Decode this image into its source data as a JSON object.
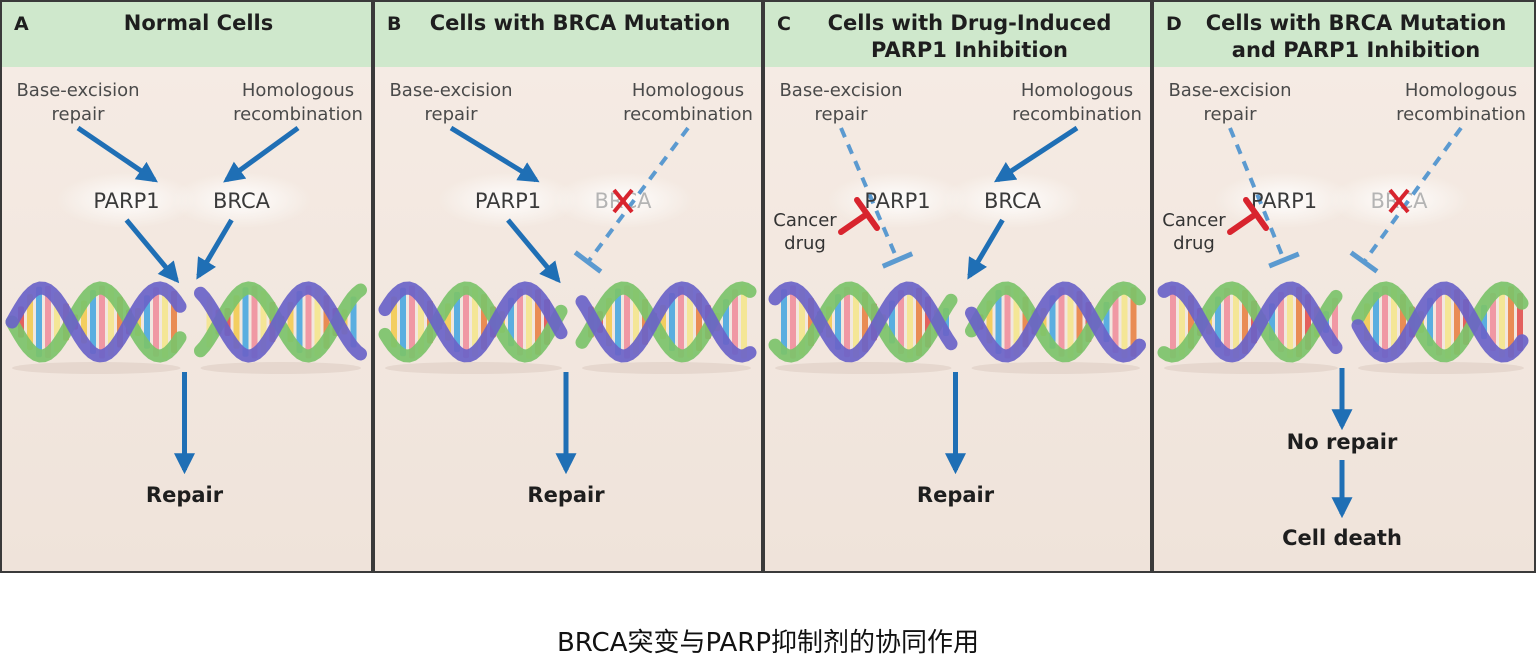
{
  "panels": [
    {
      "letter": "A",
      "title_lines": [
        "Normal Cells"
      ],
      "base_excision": [
        "Base-excision",
        "repair"
      ],
      "homologous": [
        "Homologous",
        "recombination"
      ],
      "parp1": "PARP1",
      "brca": "BRCA",
      "brca_mutated": false,
      "parp_inhibited": false,
      "cancer_drug": [],
      "outcomes": [
        "Repair"
      ]
    },
    {
      "letter": "B",
      "title_lines": [
        "Cells with BRCA Mutation"
      ],
      "base_excision": [
        "Base-excision",
        "repair"
      ],
      "homologous": [
        "Homologous",
        "recombination"
      ],
      "parp1": "PARP1",
      "brca": "BRCA",
      "brca_mutated": true,
      "parp_inhibited": false,
      "cancer_drug": [],
      "outcomes": [
        "Repair"
      ]
    },
    {
      "letter": "C",
      "title_lines": [
        "Cells with Drug-Induced",
        "PARP1 Inhibition"
      ],
      "base_excision": [
        "Base-excision",
        "repair"
      ],
      "homologous": [
        "Homologous",
        "recombination"
      ],
      "parp1": "PARP1",
      "brca": "BRCA",
      "brca_mutated": false,
      "parp_inhibited": true,
      "cancer_drug": [
        "Cancer",
        "drug"
      ],
      "outcomes": [
        "Repair"
      ]
    },
    {
      "letter": "D",
      "title_lines": [
        "Cells with BRCA Mutation",
        "and PARP1 Inhibition"
      ],
      "base_excision": [
        "Base-excision",
        "repair"
      ],
      "homologous": [
        "Homologous",
        "recombination"
      ],
      "parp1": "PARP1",
      "brca": "BRCA",
      "brca_mutated": true,
      "parp_inhibited": true,
      "cancer_drug": [
        "Cancer",
        "drug"
      ],
      "outcomes": [
        "No repair",
        "Cell death"
      ]
    }
  ],
  "caption": "BRCA突变与PARP抑制剂的协同作用",
  "colors": {
    "header_bg": "#cfe8cc",
    "panel_bg": "#f3e8e0",
    "arrow_blue": "#1f6fb5",
    "inhibit_red": "#d8242e",
    "frame": "#3a3a3a"
  }
}
